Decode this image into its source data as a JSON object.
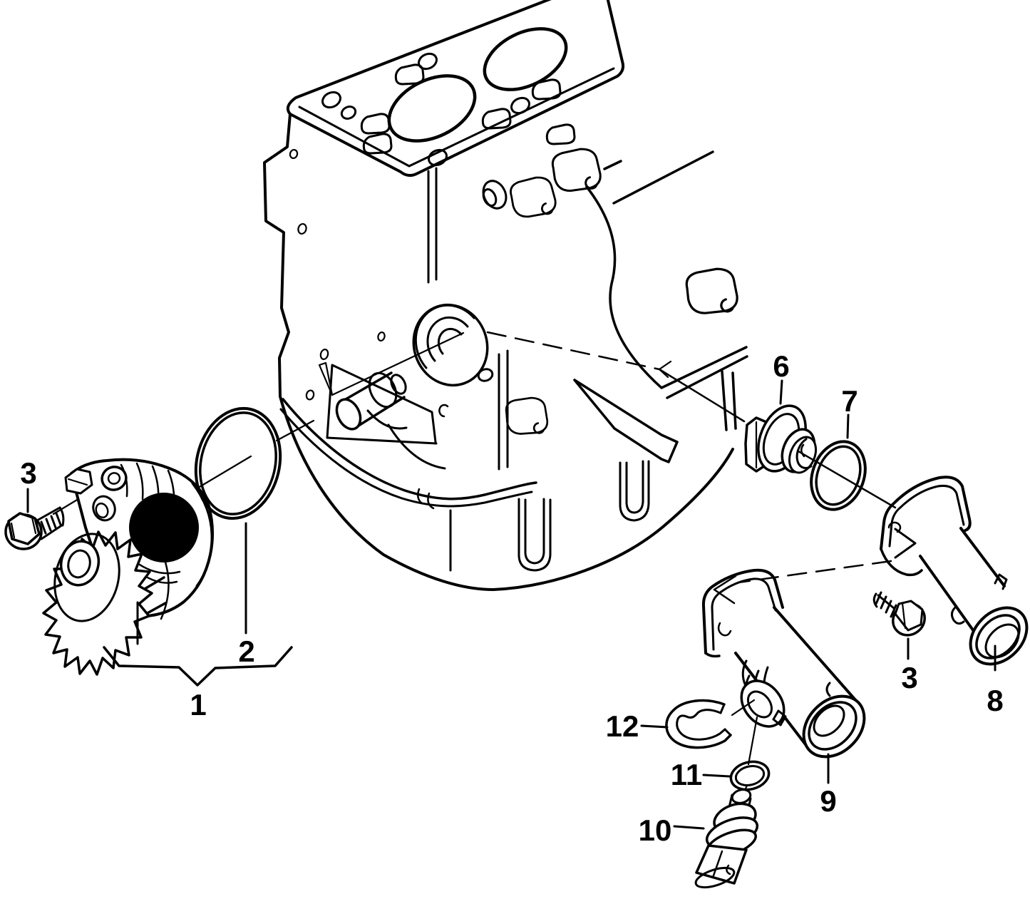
{
  "diagram": {
    "background_color": "#ffffff",
    "line_color": "#000000",
    "blackout_color": "#000000",
    "callouts": {
      "pump_bolt": "3",
      "pump_oring": "2",
      "pump_group": "1",
      "thermostat": "6",
      "thermostat_oring": "7",
      "flange_bolt": "3",
      "coolant_flange": "8",
      "coolant_pipe": "9",
      "temp_sensor": "10",
      "sensor_oring": "11",
      "retaining_clip": "12"
    }
  }
}
